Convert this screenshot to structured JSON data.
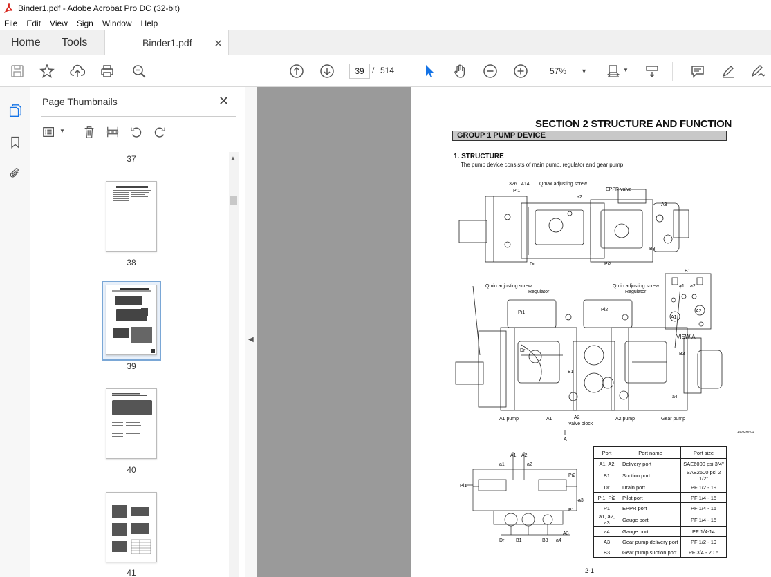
{
  "window": {
    "title": "Binder1.pdf - Adobe Acrobat Pro DC (32-bit)"
  },
  "menu": [
    "File",
    "Edit",
    "View",
    "Sign",
    "Window",
    "Help"
  ],
  "tabs": {
    "home": "Home",
    "tools": "Tools",
    "doc": "Binder1.pdf"
  },
  "toolbar": {
    "page_current": "39",
    "page_sep": "/",
    "page_total": "514",
    "zoom": "57%"
  },
  "panel": {
    "title": "Page Thumbnails",
    "thumbs": [
      "37",
      "38",
      "39",
      "40",
      "41"
    ],
    "selected": "39"
  },
  "pdf": {
    "section": "SECTION  2  STRUCTURE AND FUNCTION",
    "group": "GROUP  1  PUMP DEVICE",
    "heading": "1. STRUCTURE",
    "intro": "The pump device consists of main pump, regulator and gear pump.",
    "labels_top": [
      "326",
      "414",
      "Qmax adjusting screw",
      "EPPR valve",
      "Pi1",
      "A3",
      "B3",
      "Dr",
      "Pi2",
      "a2"
    ],
    "labels_mid": [
      "Qmin adjusting screw",
      "Regulator",
      "Qmin adjusting screw",
      "Regulator",
      "Pi1",
      "Pi2",
      "Dr",
      "B1",
      "A1 pump",
      "A1",
      "A2",
      "Valve block",
      "A2 pump",
      "Gear pump",
      "B3",
      "a4",
      "A"
    ],
    "view_a": {
      "title": "VIEW  A",
      "labels": [
        "B1",
        "a1",
        "a2",
        "A1",
        "A2"
      ]
    },
    "drawing_code": "14092MP01",
    "schematic_labels": [
      "A1",
      "A2",
      "a1",
      "a2",
      "Pi1",
      "Pi2",
      "a3",
      "P1",
      "Dr",
      "B1",
      "B3",
      "a4",
      "A3"
    ],
    "port_table": {
      "headers": [
        "Port",
        "Port name",
        "Port size"
      ],
      "rows": [
        [
          "A1, A2",
          "Delivery port",
          "SAE6000 psi 3/4\""
        ],
        [
          "B1",
          "Suction port",
          "SAE2500 psi 2 1/2\""
        ],
        [
          "Dr",
          "Drain port",
          "PF 1/2 - 19"
        ],
        [
          "Pi1, Pi2",
          "Pilot port",
          "PF 1/4 - 15"
        ],
        [
          "P1",
          "EPPR port",
          "PF 1/4 - 15"
        ],
        [
          "a1, a2, a3",
          "Gauge port",
          "PF 1/4 - 15"
        ],
        [
          "a4",
          "Gauge port",
          "PF 1/4-14"
        ],
        [
          "A3",
          "Gear pump delivery port",
          "PF 1/2 - 19"
        ],
        [
          "B3",
          "Gear pump suction port",
          "PF 3/4 - 20.5"
        ]
      ]
    },
    "page_number": "2-1"
  }
}
